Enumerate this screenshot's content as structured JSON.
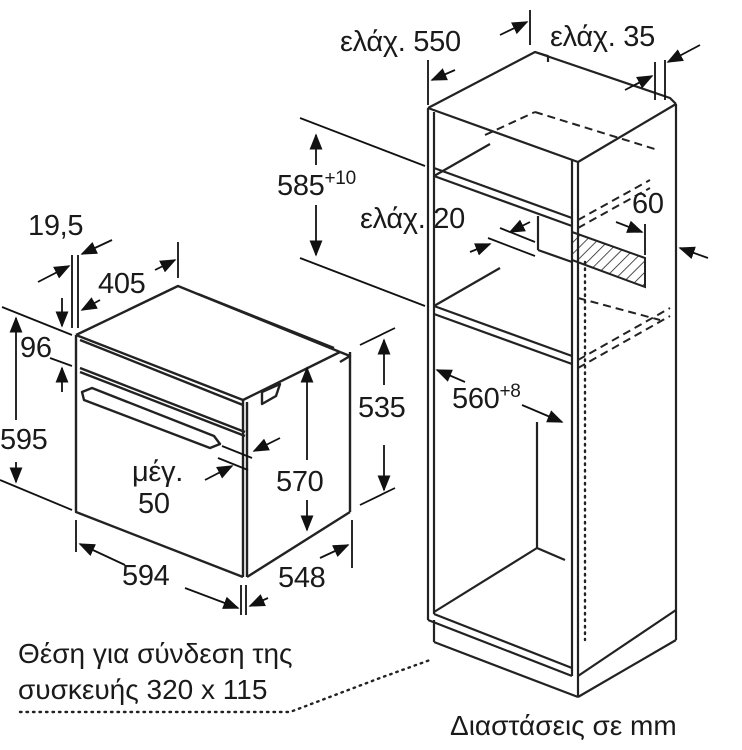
{
  "diagram": {
    "type": "installation-dimension-drawing",
    "subject": "built-in oven and tall cabinet niche",
    "units_note": "Διαστάσεις σε mm",
    "connection_note": {
      "line1": "Θέση για σύνδεση της",
      "line2": "συσκευής 320 x 115"
    },
    "oven_dimensions": {
      "front_panel_thickness": "19,5",
      "top_depth": "405",
      "control_panel_height": "96",
      "total_height": "595",
      "body_height": "570",
      "rear_height": "535",
      "width": "594",
      "depth": "548",
      "door_projection_label": "μέγ.",
      "door_projection_value": "50"
    },
    "cabinet_dimensions": {
      "min_depth_label": "ελάχ. 550",
      "min_rear_gap_label": "ελάχ. 35",
      "niche_height": "585",
      "niche_height_tolerance": "+10",
      "min_ventilation_label": "ελάχ. 20",
      "vent_opening": "60",
      "niche_width": "560",
      "niche_width_tolerance": "+8"
    }
  }
}
